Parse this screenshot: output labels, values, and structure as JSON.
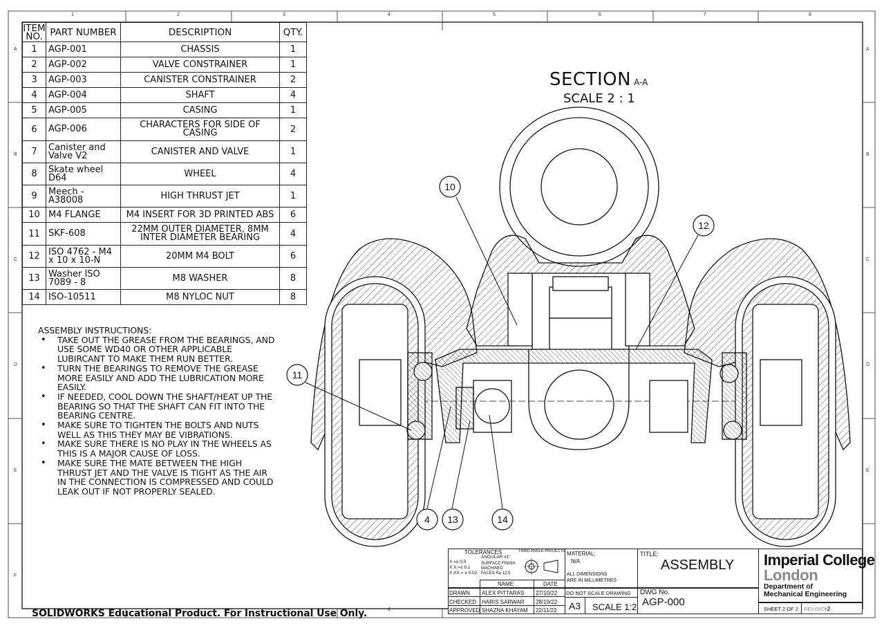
{
  "sheet_zones": {
    "columns": [
      "1",
      "2",
      "3",
      "4",
      "5",
      "6",
      "7",
      "8"
    ],
    "rows": [
      "A",
      "B",
      "C",
      "D",
      "E",
      "F"
    ]
  },
  "bom": {
    "headers": {
      "item": "ITEM NO.",
      "part": "PART NUMBER",
      "desc": "DESCRIPTION",
      "qty": "QTY."
    },
    "rows": [
      {
        "item": "1",
        "part": "AGP-001",
        "desc": "CHASSIS",
        "qty": "1"
      },
      {
        "item": "2",
        "part": "AGP-002",
        "desc": "VALVE CONSTRAINER",
        "qty": "1"
      },
      {
        "item": "3",
        "part": "AGP-003",
        "desc": "CANISTER CONSTRAINER",
        "qty": "2"
      },
      {
        "item": "4",
        "part": "AGP-004",
        "desc": "SHAFT",
        "qty": "4"
      },
      {
        "item": "5",
        "part": "AGP-005",
        "desc": "CASING",
        "qty": "1"
      },
      {
        "item": "6",
        "part": "AGP-006",
        "desc": "CHARACTERS FOR SIDE OF CASING",
        "qty": "2"
      },
      {
        "item": "7",
        "part": "Canister and Valve V2",
        "desc": "CANISTER AND VALVE",
        "qty": "1"
      },
      {
        "item": "8",
        "part": "Skate wheel D64",
        "desc": "WHEEL",
        "qty": "4"
      },
      {
        "item": "9",
        "part": "Meech - A38008",
        "desc": "HIGH THRUST JET",
        "qty": "1"
      },
      {
        "item": "10",
        "part": "M4 FLANGE",
        "desc": "M4 INSERT FOR 3D PRINTED ABS",
        "qty": "6"
      },
      {
        "item": "11",
        "part": "SKF-608",
        "desc": "22MM OUTER DIAMETER, 8MM INTER DIAMETER BEARING",
        "qty": "4"
      },
      {
        "item": "12",
        "part": "ISO 4762 - M4 x 10 x 10-N",
        "desc": "20MM M4 BOLT",
        "qty": "6"
      },
      {
        "item": "13",
        "part": "Washer ISO 7089 - 8",
        "desc": "M8 WASHER",
        "qty": "8"
      },
      {
        "item": "14",
        "part": "ISO-10511",
        "desc": "M8 NYLOC NUT",
        "qty": "8"
      }
    ]
  },
  "instructions": {
    "heading": "ASSEMBLY INSTRUCTIONS:",
    "items": [
      "TAKE OUT THE GREASE FROM THE BEARINGS, AND USE SOME WD40 OR OTHER APPLICABLE LUBIRCANT TO MAKE THEM RUN BETTER.",
      "TURN THE BEARINGS TO REMOVE THE GREASE MORE EASILY AND ADD THE LUBRICATION MORE EASILY.",
      "IF NEEDED, COOL DOWN THE SHAFT/HEAT UP THE BEARING SO THAT THE SHAFT CAN FIT INTO THE BEARING CENTRE.",
      "MAKE SURE TO TIGHTEN THE BOLTS AND NUTS WELL AS THIS THEY MAY BE VIBRATIONS.",
      "MAKE SURE THERE IS NO PLAY IN THE WHEELS AS THIS IS A MAJOR CAUSE OF LOSS.",
      "MAKE SURE THE MATE BETWEEN THE HIGH THRUST JET AND THE VALVE IS TIGHT AS THE AIR IN THE CONNECTION IS COMPRESSED AND COULD LEAK OUT IF NOT PROPERLY SEALED."
    ]
  },
  "section": {
    "title": "SECTION",
    "suffix": "A-A",
    "scale": "SCALE 2 : 1"
  },
  "balloons": [
    "10",
    "12",
    "11",
    "4",
    "13",
    "14"
  ],
  "title_block": {
    "tolerances": "TOLERANCES",
    "tol_x": "X    =± 0.5",
    "tol_xx": "X.X   =± 0.1",
    "tol_xxx": "X.XX = ± 0.02",
    "angular": "ANGULAR  ±1°",
    "surface_finish": "SURFACE FINISH",
    "machined": "MACHINED",
    "faces": "FACES     Ra 12.5",
    "projection": "THIRD ANGLE PROJECTION",
    "material_label": "MATERIAL:",
    "material_value": "N/A",
    "dims_note_1": "ALL DIMENSIONS",
    "dims_note_2": "ARE IN MILLIMETRES",
    "name_header": "NAME",
    "date_header": "DATE",
    "drawn_label": "DRAWN",
    "drawn_name": "ALEX PITTARAS",
    "drawn_date": "27/10/22",
    "checked_label": "CHECKED",
    "checked_name": "HARIS SARWAR",
    "checked_date": "28/10/22",
    "approved_label": "APPROVED",
    "approved_name": "SHAZNA KHAYAM",
    "approved_date": "22/11/22",
    "do_not_scale": "DO NOT SCALE DRAWING",
    "size": "A3",
    "scale": "SCALE 1:2",
    "title_label": "TITLE:",
    "title_value": "ASSEMBLY",
    "dwg_label": "DWG No.",
    "dwg_value": "AGP-000",
    "sheet": "SHEET 2 OF 2",
    "revision_label": "REVISION",
    "revision_value": "2",
    "org_name": "Imperial College",
    "org_city": "London",
    "dept_1": "Department of",
    "dept_2": "Mechanical Engineering"
  },
  "footer_note": "SOLIDWORKS Educational Product. For Instructional Use Only."
}
